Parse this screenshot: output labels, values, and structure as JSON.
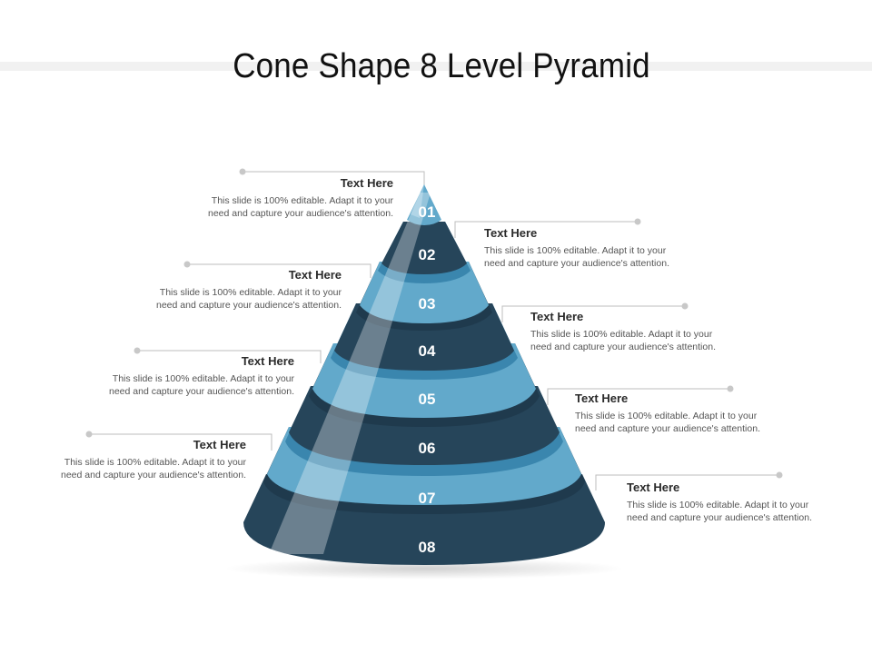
{
  "title": "Cone Shape 8 Level Pyramid",
  "colors": {
    "dark": "#26455a",
    "light": "#62a9cb",
    "accent": "#3a86ae",
    "line": "#bdbdbd",
    "dot": "#c8c8c8"
  },
  "levels": [
    {
      "number": "01",
      "heading": "Text Here",
      "body_line1": "This slide is 100% editable. Adapt it to your",
      "body_line2": "need and capture your audience's attention."
    },
    {
      "number": "02",
      "heading": "Text Here",
      "body_line1": "This slide is 100% editable. Adapt it to your",
      "body_line2": "need and capture your audience's attention."
    },
    {
      "number": "03",
      "heading": "Text Here",
      "body_line1": "This slide is 100% editable. Adapt it to your",
      "body_line2": "need and capture your audience's attention."
    },
    {
      "number": "04",
      "heading": "Text Here",
      "body_line1": "This slide is 100% editable. Adapt it to your",
      "body_line2": "need and capture your audience's attention."
    },
    {
      "number": "05",
      "heading": "Text Here",
      "body_line1": "This slide is 100% editable. Adapt it to your",
      "body_line2": "need and capture your audience's attention."
    },
    {
      "number": "06",
      "heading": "Text Here",
      "body_line1": "This slide is 100% editable. Adapt it to your",
      "body_line2": "need and capture your audience's attention."
    },
    {
      "number": "07",
      "heading": "Text Here",
      "body_line1": "This slide is 100% editable. Adapt it to your",
      "body_line2": "need and capture your audience's attention."
    },
    {
      "number": "08",
      "heading": "Text Here",
      "body_line1": "This slide is 100% editable. Adapt it to your",
      "body_line2": "need and capture your audience's attention."
    }
  ]
}
